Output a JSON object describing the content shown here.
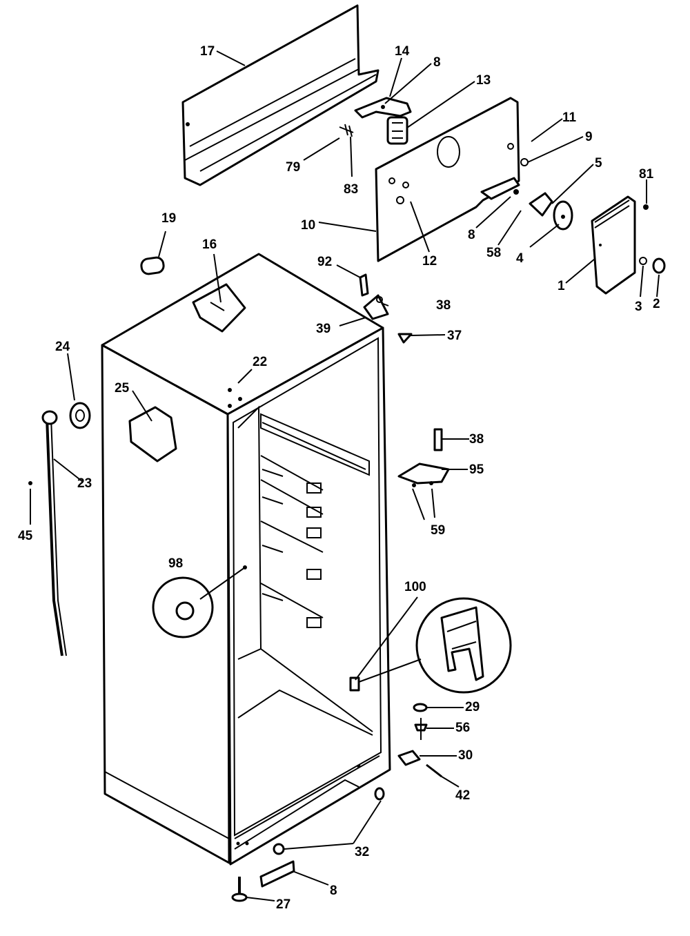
{
  "diagram": {
    "parts": {
      "p17": "17",
      "p14": "14",
      "p8a": "8",
      "p13": "13",
      "p11": "11",
      "p9": "9",
      "p5": "5",
      "p81": "81",
      "p79": "79",
      "p83": "83",
      "p10": "10",
      "p12": "12",
      "p8b": "8",
      "p58": "58",
      "p4": "4",
      "p1": "1",
      "p3": "3",
      "p2": "2",
      "p19": "19",
      "p16": "16",
      "p92": "92",
      "p38a": "38",
      "p39": "39",
      "p37": "37",
      "p24": "24",
      "p22": "22",
      "p25": "25",
      "p23": "23",
      "p45": "45",
      "p38b": "38",
      "p95": "95",
      "p59": "59",
      "p98": "98",
      "p100": "100",
      "p29": "29",
      "p56": "56",
      "p30": "30",
      "p42": "42",
      "p32": "32",
      "p8c": "8",
      "p27": "27"
    }
  }
}
